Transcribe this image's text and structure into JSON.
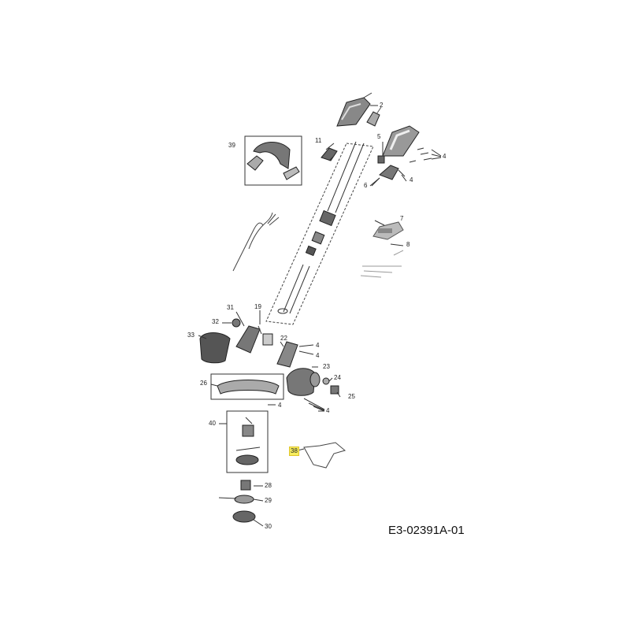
{
  "document_code": "E3-02391A-01",
  "highlight_color": "#f7ee5e",
  "callouts": [
    {
      "id": "p2",
      "label": "2"
    },
    {
      "id": "p39",
      "label": "39"
    },
    {
      "id": "p11",
      "label": "11"
    },
    {
      "id": "p5",
      "label": "5"
    },
    {
      "id": "p4a",
      "label": "4"
    },
    {
      "id": "p6",
      "label": "6"
    },
    {
      "id": "p4b",
      "label": "4"
    },
    {
      "id": "p7",
      "label": "7"
    },
    {
      "id": "p8",
      "label": "8"
    },
    {
      "id": "p31",
      "label": "31"
    },
    {
      "id": "p19",
      "label": "19"
    },
    {
      "id": "p32",
      "label": "32"
    },
    {
      "id": "p33",
      "label": "33"
    },
    {
      "id": "p22",
      "label": "22"
    },
    {
      "id": "p4c",
      "label": "4"
    },
    {
      "id": "p4d",
      "label": "4"
    },
    {
      "id": "p23",
      "label": "23"
    },
    {
      "id": "p24",
      "label": "24"
    },
    {
      "id": "p25",
      "label": "25"
    },
    {
      "id": "p26",
      "label": "26"
    },
    {
      "id": "p4e",
      "label": "4"
    },
    {
      "id": "p4f",
      "label": "4"
    },
    {
      "id": "p40",
      "label": "40"
    },
    {
      "id": "p38",
      "label": "38",
      "highlighted": true
    },
    {
      "id": "p28",
      "label": "28"
    },
    {
      "id": "p29",
      "label": "29"
    },
    {
      "id": "p30",
      "label": "30"
    }
  ]
}
